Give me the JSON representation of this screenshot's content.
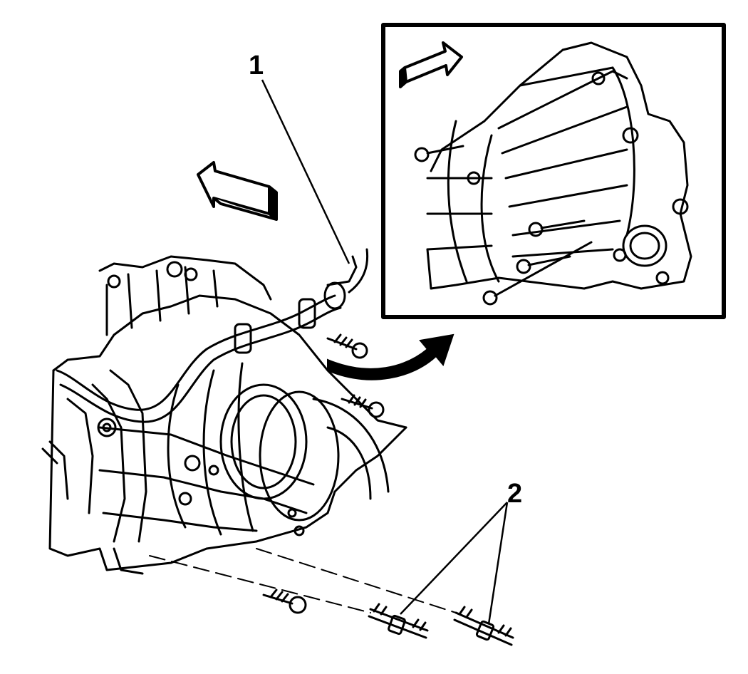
{
  "callouts": [
    {
      "id": "1",
      "label": "1"
    },
    {
      "id": "2",
      "label": "2"
    }
  ],
  "colors": {
    "ink": "#000000",
    "paper": "#ffffff"
  },
  "icons": [
    "front-direction-arrow-icon",
    "detail-view-arrow-icon"
  ]
}
